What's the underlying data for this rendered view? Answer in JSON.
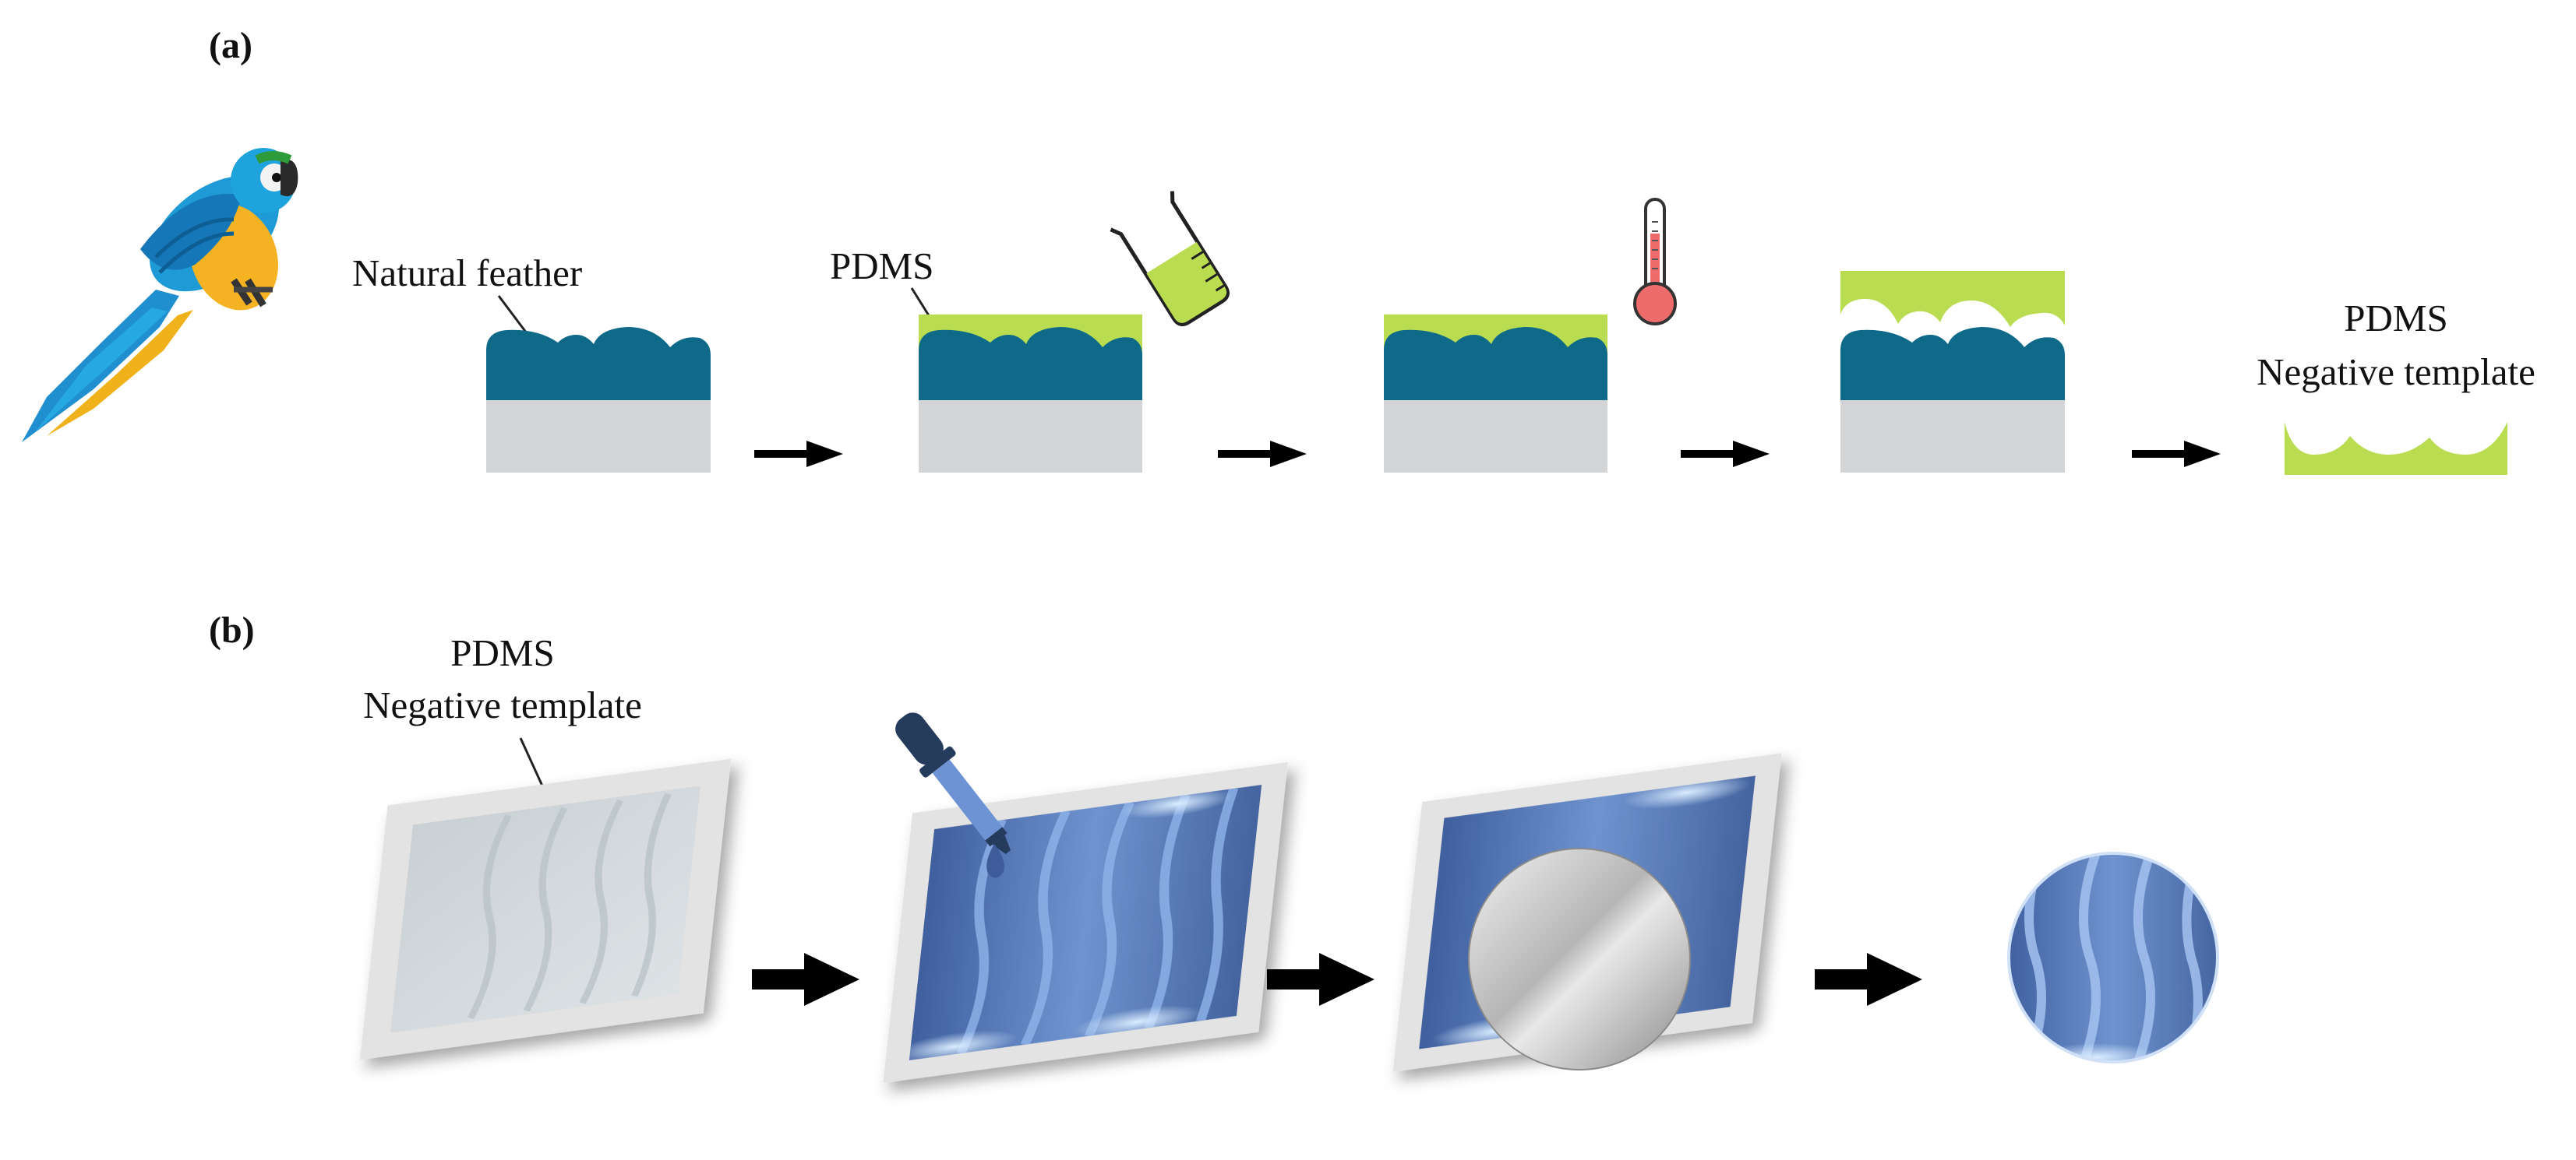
{
  "panels": {
    "a": {
      "label": "(a)",
      "feather_label": "Natural feather",
      "pdms_label": "PDMS",
      "result_label_line1": "PDMS",
      "result_label_line2": "Negative template"
    },
    "b": {
      "label": "(b)",
      "template_label_line1": "PDMS",
      "template_label_line2": "Negative template"
    }
  },
  "icons": [
    "parrot-icon",
    "beaker-icon",
    "thermometer-icon",
    "dropper-icon",
    "arrow-right-icon"
  ],
  "colors": {
    "feather": "#0e6a88",
    "substrate": "#d3d4d6",
    "pdms": "#b9dc50",
    "template_frame": "#e3e3e3",
    "replica_blue": "#5b7fbd",
    "thermometer_red": "#ee6b6b",
    "arrow": "#000000"
  }
}
